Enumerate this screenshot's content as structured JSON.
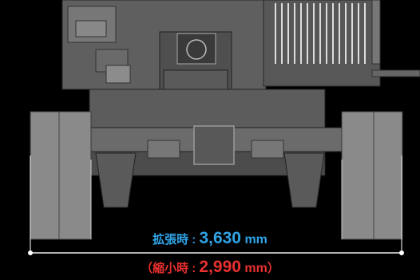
{
  "expanded": {
    "prefix": "拡張時 : ",
    "value": "3,630",
    "unit": " mm",
    "color": "#2fa3e6"
  },
  "reduced": {
    "open": "（縮小時 : ",
    "value": "2,990",
    "unit": " mm",
    "close": "）",
    "color": "#e8302f"
  },
  "machine": {
    "body_color": "#6e6e6e",
    "track_color": "#8a8a8a",
    "line_color": "#c8c8c8"
  }
}
